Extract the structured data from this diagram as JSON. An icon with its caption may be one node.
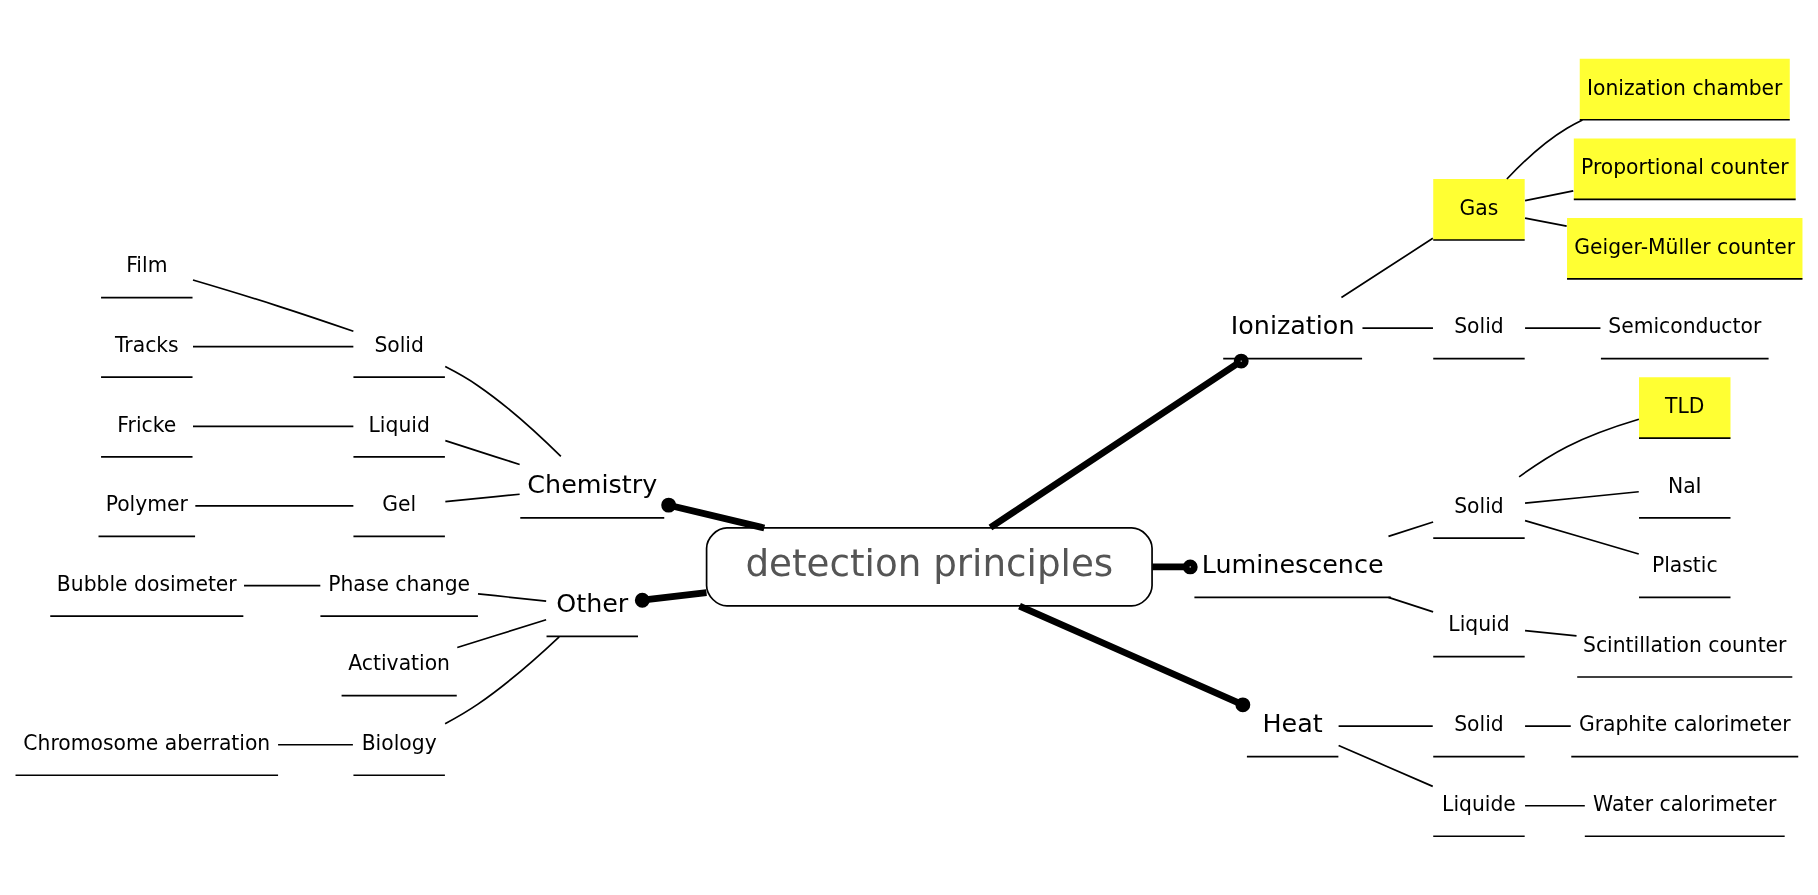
{
  "diagram": {
    "nodes": [
      {
        "text": [
          "detection principles"
        ]
      },
      {
        "text": [
          "Ionization"
        ]
      },
      {
        "text": [
          "Gas"
        ]
      },
      {
        "text": [
          "Ionization chamber"
        ]
      },
      {
        "text": [
          "Proportional counter"
        ]
      },
      {
        "text": [
          "Geiger-Müller counter"
        ]
      },
      {
        "text": [
          "Solid"
        ]
      },
      {
        "text": [
          "Semiconductor"
        ]
      },
      {
        "text": [
          "Luminescence"
        ]
      },
      {
        "text": [
          "Solid"
        ]
      },
      {
        "text": [
          "TLD"
        ]
      },
      {
        "text": [
          "NaI"
        ]
      },
      {
        "text": [
          "Plastic"
        ]
      },
      {
        "text": [
          "Liquid"
        ]
      },
      {
        "text": [
          "Scintillation counter"
        ]
      },
      {
        "text": [
          "Heat"
        ]
      },
      {
        "text": [
          "Solid"
        ]
      },
      {
        "text": [
          "Graphite calorimeter"
        ]
      },
      {
        "text": [
          "Liquide"
        ]
      },
      {
        "text": [
          "Water calorimeter"
        ]
      },
      {
        "text": [
          "Chemistry"
        ]
      },
      {
        "text": [
          "Solid"
        ]
      },
      {
        "text": [
          "Film"
        ]
      },
      {
        "text": [
          "Tracks"
        ]
      },
      {
        "text": [
          "Liquid"
        ]
      },
      {
        "text": [
          "Fricke"
        ]
      },
      {
        "text": [
          "Gel"
        ]
      },
      {
        "text": [
          "Polymer"
        ]
      },
      {
        "text": [
          "Other"
        ]
      },
      {
        "text": [
          "Phase change"
        ]
      },
      {
        "text": [
          "Bubble dosimeter"
        ]
      },
      {
        "text": [
          "Activation"
        ]
      },
      {
        "text": [
          "Biology"
        ]
      },
      {
        "text": [
          "Chromosome aberration"
        ]
      }
    ],
    "edges": [
      {
        "from": 0,
        "to": 1,
        "arrow": "other",
        "style": "thick"
      },
      {
        "from": 1,
        "to": 2,
        "arrow": "none"
      },
      {
        "from": 2,
        "to": 3,
        "arrow": "none"
      },
      {
        "from": 2,
        "to": 4,
        "arrow": "none"
      },
      {
        "from": 2,
        "to": 5,
        "arrow": "none"
      },
      {
        "from": 1,
        "to": 6,
        "arrow": "none"
      },
      {
        "from": 6,
        "to": 7,
        "arrow": "none"
      },
      {
        "from": 0,
        "to": 8,
        "arrow": "other",
        "style": "thick"
      },
      {
        "from": 8,
        "to": 9,
        "arrow": "none"
      },
      {
        "from": 9,
        "to": 10,
        "arrow": "none"
      },
      {
        "from": 9,
        "to": 11,
        "arrow": "none"
      },
      {
        "from": 9,
        "to": 12,
        "arrow": "none"
      },
      {
        "from": 8,
        "to": 13,
        "arrow": "none"
      },
      {
        "from": 13,
        "to": 14,
        "arrow": "none"
      },
      {
        "from": 0,
        "to": 15,
        "arrow": "other",
        "style": "thick"
      },
      {
        "from": 15,
        "to": 16,
        "arrow": "none"
      },
      {
        "from": 16,
        "to": 17,
        "arrow": "none"
      },
      {
        "from": 15,
        "to": 18,
        "arrow": "none"
      },
      {
        "from": 18,
        "to": 19,
        "arrow": "none"
      },
      {
        "from": 0,
        "to": 20,
        "arrow": "other",
        "style": "thick"
      },
      {
        "from": 20,
        "to": 21,
        "arrow": "none"
      },
      {
        "from": 21,
        "to": 22,
        "arrow": "none"
      },
      {
        "from": 21,
        "to": 23,
        "arrow": "none"
      },
      {
        "from": 20,
        "to": 24,
        "arrow": "none"
      },
      {
        "from": 24,
        "to": 25,
        "arrow": "none"
      },
      {
        "from": 20,
        "to": 26,
        "arrow": "none"
      },
      {
        "from": 26,
        "to": 27,
        "arrow": "none"
      },
      {
        "from": 0,
        "to": 28,
        "arrow": "other",
        "style": "thick"
      },
      {
        "from": 28,
        "to": 29,
        "arrow": "none"
      },
      {
        "from": 29,
        "to": 30,
        "arrow": "none"
      },
      {
        "from": 28,
        "to": 31,
        "arrow": "none"
      },
      {
        "from": 28,
        "to": 32,
        "arrow": "none"
      },
      {
        "from": 32,
        "to": 33,
        "arrow": "none"
      }
    ]
  }
}
